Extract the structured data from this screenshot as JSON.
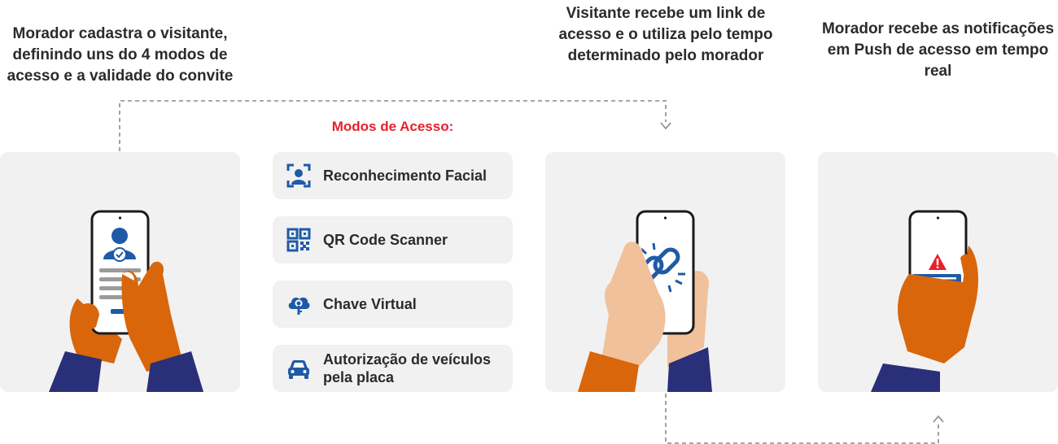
{
  "steps": [
    {
      "caption": "Morador cadastra o visitante, definindo uns do 4 modos de acesso e a validade do convite"
    },
    {
      "caption": "Visitante recebe um link de acesso e o utiliza pelo tempo determinado pelo morador"
    },
    {
      "caption": "Morador recebe as notificações em Push de acesso em tempo real"
    }
  ],
  "modes": {
    "title": "Modos de Acesso:",
    "items": [
      {
        "label": "Reconhecimento Facial",
        "icon": "face-recognition-icon"
      },
      {
        "label": "QR Code Scanner",
        "icon": "qr-code-icon"
      },
      {
        "label": "Chave Virtual",
        "icon": "cloud-key-icon"
      },
      {
        "label": "Autorização de veículos pela placa",
        "icon": "car-icon"
      }
    ]
  },
  "colors": {
    "accent_red": "#e8202a",
    "brand_blue": "#1f5aa6",
    "card_bg": "#f1f1f1",
    "hand_orange": "#d9660a",
    "sleeve_navy": "#2a2f7a",
    "skin_light": "#f0c19a",
    "arrow_gray": "#8a8a8a"
  }
}
